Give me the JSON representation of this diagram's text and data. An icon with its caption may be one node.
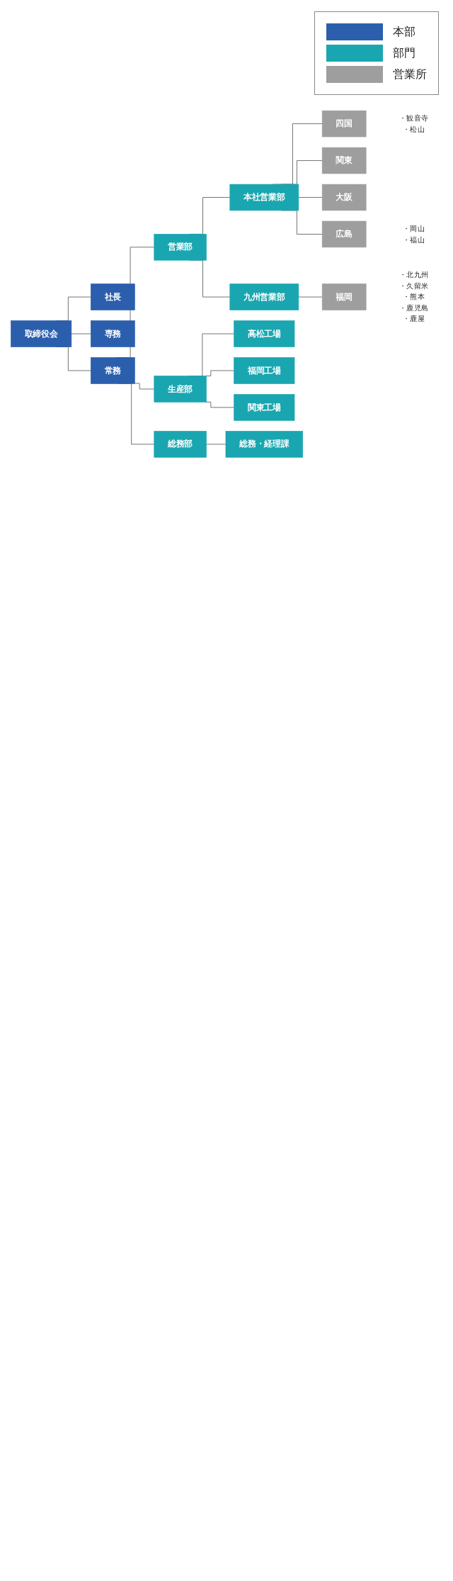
{
  "diagram": {
    "nodes": [
      {
        "text": [
          "取締役会"
        ]
      },
      {
        "text": [
          "社長"
        ]
      },
      {
        "text": [
          "専務"
        ]
      },
      {
        "text": [
          "常務"
        ]
      },
      {
        "text": [
          "営業部"
        ]
      },
      {
        "text": [
          "本社営業部"
        ]
      },
      {
        "text": [
          "四国"
        ],
        "beside": [
          "・観音寺",
          "・松山"
        ]
      },
      {
        "text": [
          "関東"
        ]
      },
      {
        "text": [
          "大阪"
        ]
      },
      {
        "text": [
          "広島"
        ],
        "beside": [
          "・岡山",
          "・福山"
        ]
      },
      {
        "text": [
          "九州営業部"
        ]
      },
      {
        "text": [
          "福岡"
        ],
        "beside": [
          "・北九州",
          "・久留米",
          "・熊本",
          "・鹿児島",
          "・鹿屋"
        ]
      },
      {
        "text": [
          "生産部"
        ]
      },
      {
        "text": [
          "高松工場"
        ]
      },
      {
        "text": [
          "福岡工場"
        ]
      },
      {
        "text": [
          "関東工場"
        ]
      },
      {
        "text": [
          "総務部"
        ]
      },
      {
        "text": [
          "総務・経理課"
        ]
      }
    ],
    "edges": [
      {
        "from": 0,
        "to": 1,
        "arrow": "none"
      },
      {
        "from": 0,
        "to": 2,
        "arrow": "none"
      },
      {
        "from": 0,
        "to": 3,
        "arrow": "none"
      },
      {
        "from": 3,
        "to": 4,
        "arrow": "none"
      },
      {
        "from": 4,
        "to": 5,
        "arrow": "none"
      },
      {
        "from": 5,
        "to": 6,
        "arrow": "none"
      },
      {
        "from": 5,
        "to": 7,
        "arrow": "none"
      },
      {
        "from": 5,
        "to": 8,
        "arrow": "none"
      },
      {
        "from": 5,
        "to": 9,
        "arrow": "none"
      },
      {
        "from": 4,
        "to": 10,
        "arrow": "none"
      },
      {
        "from": 10,
        "to": 11,
        "arrow": "none"
      },
      {
        "from": 3,
        "to": 12,
        "arrow": "none"
      },
      {
        "from": 12,
        "to": 13,
        "arrow": "none"
      },
      {
        "from": 12,
        "to": 14,
        "arrow": "none"
      },
      {
        "from": 12,
        "to": 15,
        "arrow": "none"
      },
      {
        "from": 3,
        "to": 16,
        "arrow": "none"
      },
      {
        "from": 16,
        "to": 17,
        "arrow": "none"
      }
    ],
    "legend": [
      {
        "text": "本部",
        "color": "#2b5fad"
      },
      {
        "text": "部門",
        "color": "#1aa6b0"
      },
      {
        "text": "営業所",
        "color": "#9e9e9e"
      }
    ]
  }
}
